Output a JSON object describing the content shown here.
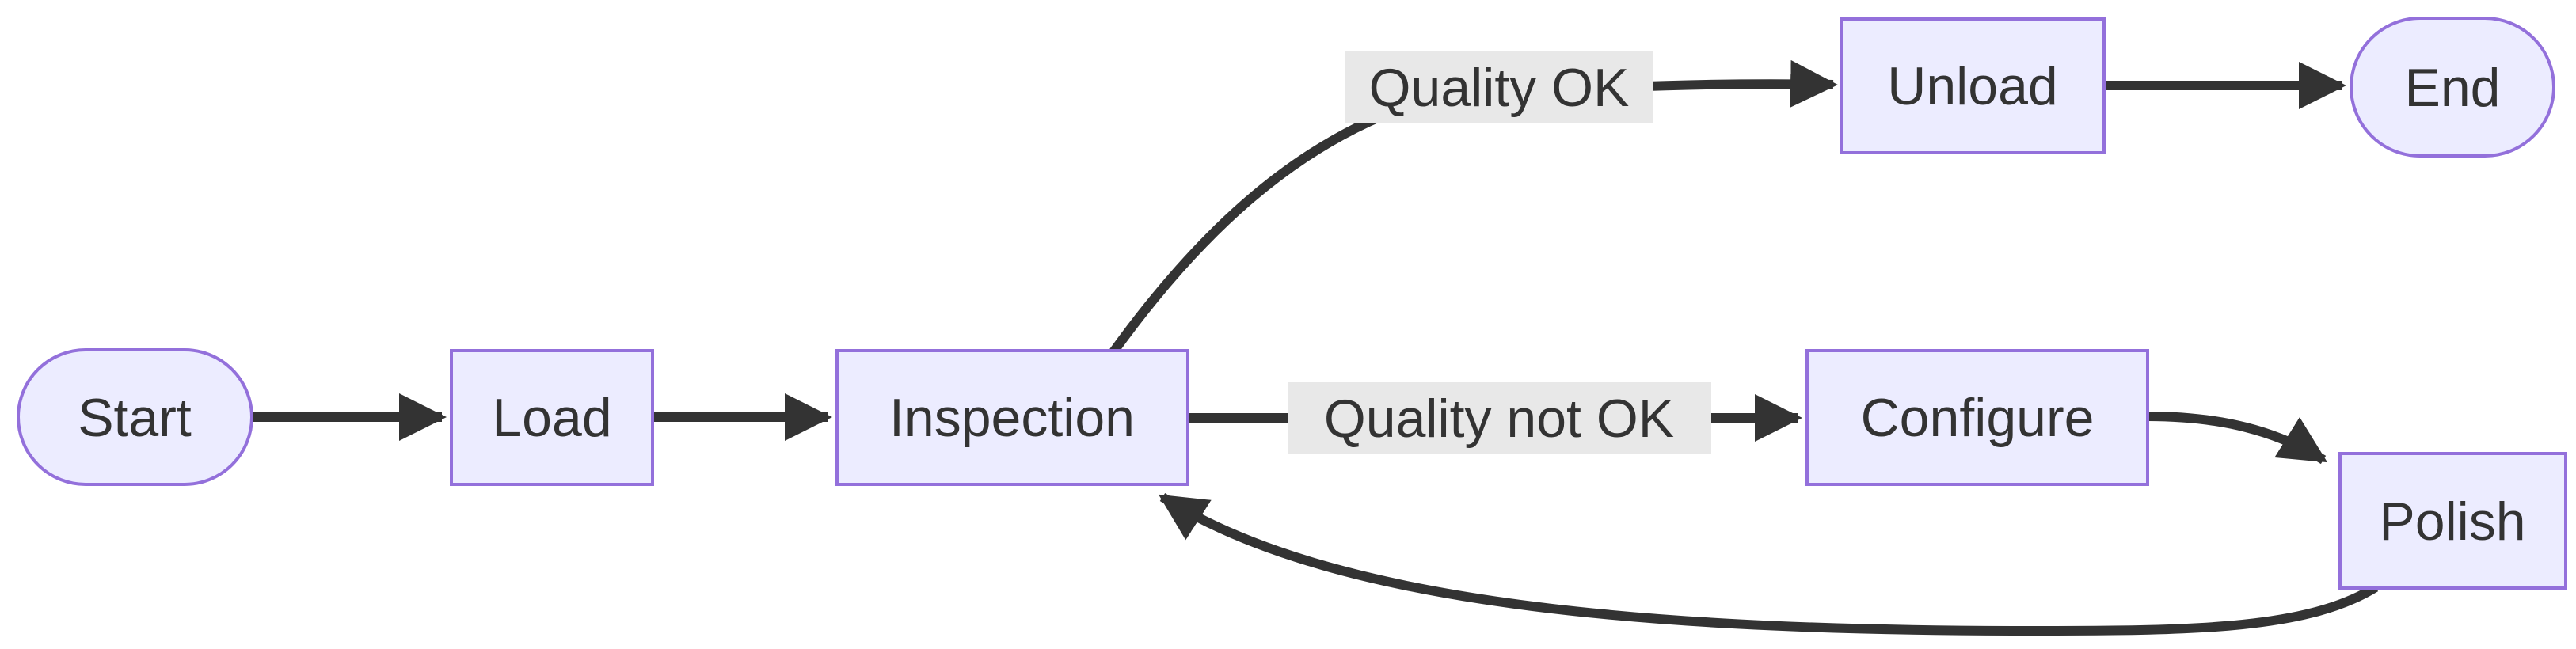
{
  "diagram": {
    "type": "flowchart",
    "direction": "left-to-right",
    "colors": {
      "node_fill": "#ECECFF",
      "node_border": "#9370DB",
      "edge_stroke": "#333333",
      "edge_label_bg": "#e8e8e8",
      "text": "#333333",
      "background": "#ffffff"
    },
    "nodes": [
      {
        "id": "start",
        "label": "Start",
        "shape": "stadium"
      },
      {
        "id": "load",
        "label": "Load",
        "shape": "rect"
      },
      {
        "id": "inspection",
        "label": "Inspection",
        "shape": "rect"
      },
      {
        "id": "unload",
        "label": "Unload",
        "shape": "rect"
      },
      {
        "id": "end",
        "label": "End",
        "shape": "stadium"
      },
      {
        "id": "configure",
        "label": "Configure",
        "shape": "rect"
      },
      {
        "id": "polish",
        "label": "Polish",
        "shape": "rect"
      }
    ],
    "edges": [
      {
        "from": "start",
        "to": "load",
        "label": ""
      },
      {
        "from": "load",
        "to": "inspection",
        "label": ""
      },
      {
        "from": "inspection",
        "to": "unload",
        "label": "Quality OK"
      },
      {
        "from": "unload",
        "to": "end",
        "label": ""
      },
      {
        "from": "inspection",
        "to": "configure",
        "label": "Quality not OK"
      },
      {
        "from": "configure",
        "to": "polish",
        "label": ""
      },
      {
        "from": "polish",
        "to": "inspection",
        "label": ""
      }
    ]
  }
}
